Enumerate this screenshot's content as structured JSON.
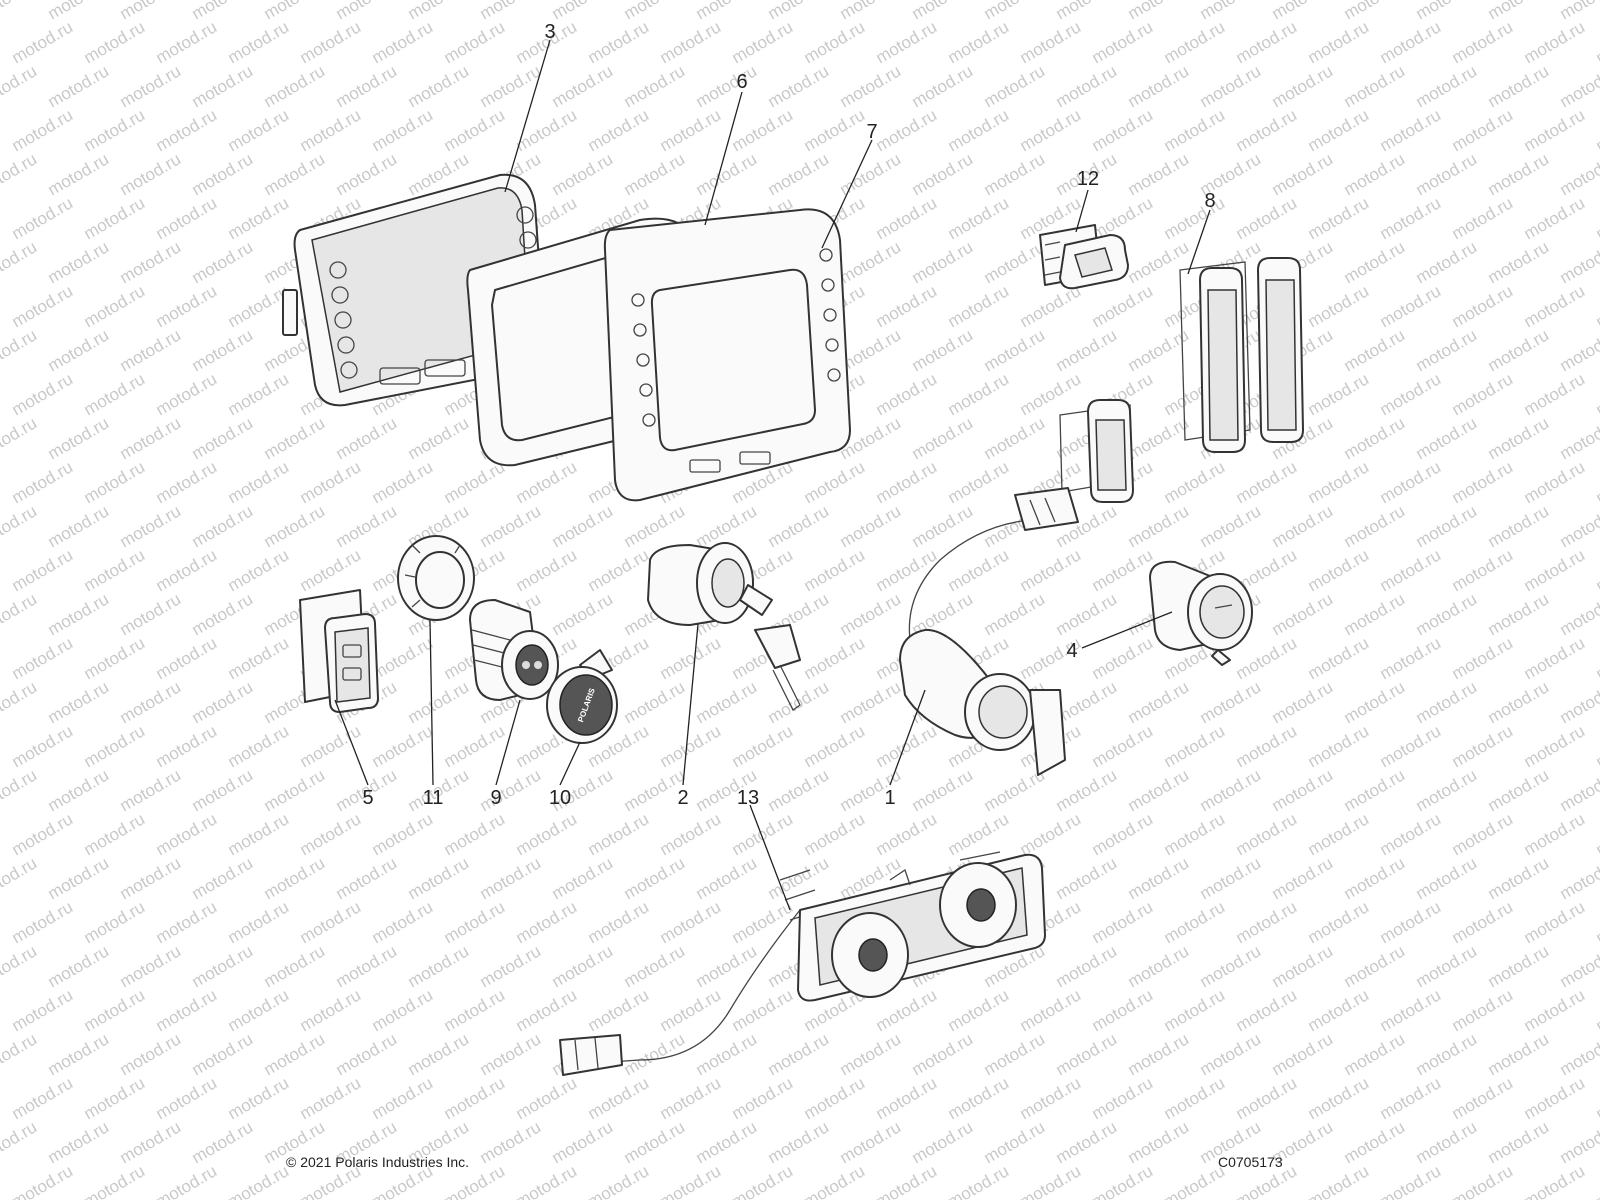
{
  "watermark": "motod.ru",
  "callouts": [
    {
      "id": "1",
      "label": "1"
    },
    {
      "id": "2",
      "label": "2"
    },
    {
      "id": "3",
      "label": "3"
    },
    {
      "id": "4",
      "label": "4"
    },
    {
      "id": "5",
      "label": "5"
    },
    {
      "id": "6",
      "label": "6"
    },
    {
      "id": "7",
      "label": "7"
    },
    {
      "id": "8",
      "label": "8"
    },
    {
      "id": "9",
      "label": "9"
    },
    {
      "id": "10",
      "label": "10"
    },
    {
      "id": "11",
      "label": "11"
    },
    {
      "id": "12",
      "label": "12"
    },
    {
      "id": "13",
      "label": "13"
    }
  ],
  "part_text": {
    "usb_cap_brand": "POLARIS"
  },
  "footer": {
    "copyright": "© 2021 Polaris Industries Inc.",
    "drawing_number": "C0705173"
  }
}
